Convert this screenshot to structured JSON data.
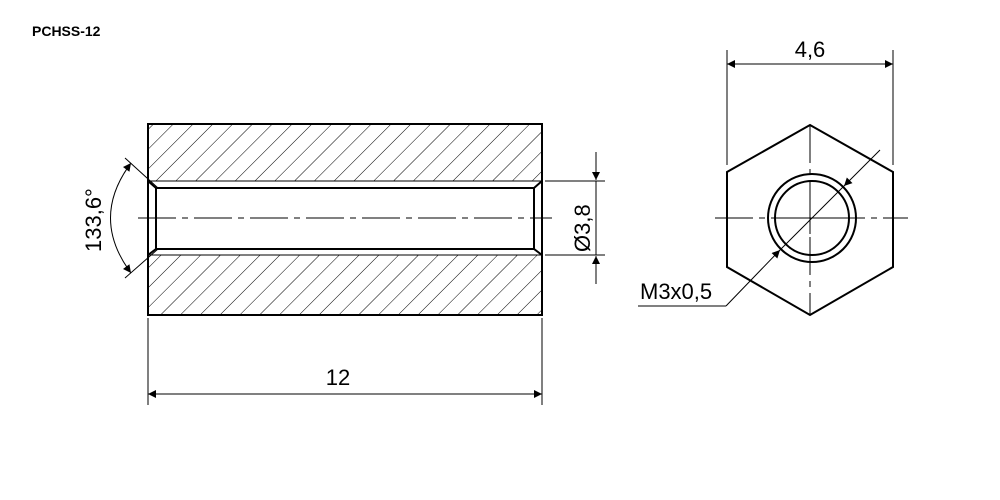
{
  "part_number": "PCHSS-12",
  "dimensions": {
    "length": "12",
    "inner_diameter": "Ø3,8",
    "chamfer_angle": "133,6°",
    "across_flats": "4,6",
    "thread": "M3x0,5"
  }
}
